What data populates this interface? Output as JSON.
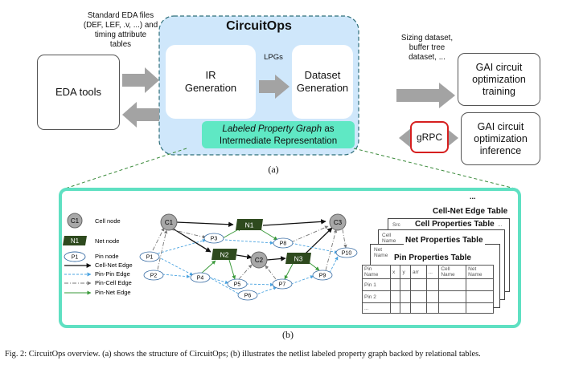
{
  "top": {
    "framework_title": "CircuitOps",
    "eda_tools": "EDA tools",
    "input_note": [
      "Standard EDA files",
      "(DEF, LEF, .v, ...) and",
      "timing attribute",
      "tables"
    ],
    "ir_generation": [
      "IR",
      "Generation"
    ],
    "lpgs_label": "LPGs",
    "dataset_generation": [
      "Dataset",
      "Generation"
    ],
    "lpg_caption_italic": "Labeled Property Graph",
    "lpg_caption_as": " as",
    "lpg_caption_line2": "Intermediate Representation",
    "output_note": [
      "Sizing dataset,",
      "buffer tree",
      "dataset, ..."
    ],
    "gai_training": [
      "GAI circuit",
      "optimization",
      "training"
    ],
    "grpc": "gRPC",
    "gai_inference": [
      "GAI circuit",
      "optimization",
      "inference"
    ],
    "panel_label": "(a)"
  },
  "graph": {
    "legend": {
      "cell_node_symbol": "C1",
      "cell_node": "Cell node",
      "net_node_symbol": "N1",
      "net_node": "Net node",
      "pin_node_symbol": "P1",
      "pin_node": "Pin node",
      "cell_net_edge": "Cell-Net Edge",
      "pin_pin_edge": "Pin-Pin Edge",
      "pin_cell_edge": "Pin-Cell Edge",
      "pin_net_edge": "Pin-Net Edge"
    },
    "cells": [
      "C1",
      "C2",
      "C3"
    ],
    "nets": [
      "N1",
      "N2",
      "N3"
    ],
    "pins": [
      "P1",
      "P2",
      "P3",
      "P4",
      "P5",
      "P6",
      "P7",
      "P8",
      "P9",
      "P10"
    ],
    "panel_label": "(b)"
  },
  "tables": {
    "ellipsis": "...",
    "cell_net_edge_table": "Cell-Net Edge Table",
    "cell_properties_table": "Cell Properties Table",
    "net_properties_table": "Net Properties Table",
    "pin_properties_table": "Pin Properties Table",
    "src": "Src",
    "cell_name": [
      "Cell",
      "Name"
    ],
    "net_name": [
      "Net",
      "Name"
    ],
    "columns": [
      [
        "Pin",
        "Name"
      ],
      [
        "x"
      ],
      [
        "y"
      ],
      [
        "arr"
      ],
      [
        "..."
      ],
      [
        "Cell",
        "Name"
      ],
      [
        "Net",
        "Name"
      ]
    ],
    "rows": [
      "Pin 1",
      "Pin 2",
      "..."
    ]
  },
  "caption": "Fig. 2: CircuitOps overview. (a) shows the structure of CircuitOps; (b) illustrates the netlist labeled property graph backed by relational tables."
}
